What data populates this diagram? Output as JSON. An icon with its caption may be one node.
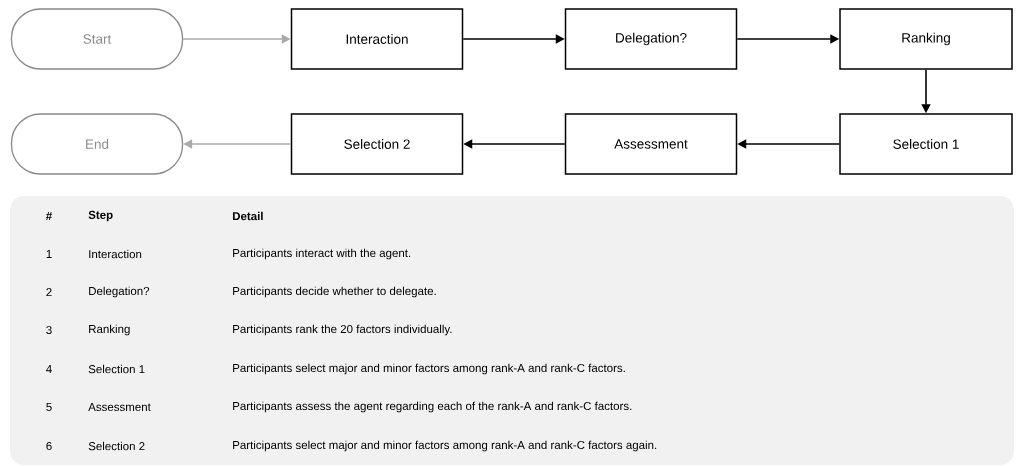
{
  "diagram": {
    "nodes": [
      {
        "text": [
          "Start"
        ]
      },
      {
        "text": [
          "Interaction"
        ]
      },
      {
        "text": [
          "Delegation?"
        ]
      },
      {
        "text": [
          "Ranking"
        ]
      },
      {
        "text": [
          "End"
        ]
      },
      {
        "text": [
          "Selection 2"
        ]
      },
      {
        "text": [
          "Assessment"
        ]
      },
      {
        "text": [
          "Selection 1"
        ]
      }
    ],
    "edges": [
      {
        "from": 0,
        "to": 1,
        "arrow": "to",
        "color": "#aaaaaa"
      },
      {
        "from": 1,
        "to": 2,
        "arrow": "to"
      },
      {
        "from": 2,
        "to": 3,
        "arrow": "to"
      },
      {
        "from": 3,
        "to": 7,
        "arrow": "to"
      },
      {
        "from": 7,
        "to": 6,
        "arrow": "to"
      },
      {
        "from": 6,
        "to": 5,
        "arrow": "to"
      },
      {
        "from": 5,
        "to": 4,
        "arrow": "to",
        "color": "#aaaaaa"
      }
    ],
    "labels": [
      "#",
      "Step",
      "Detail",
      "1",
      "Interaction",
      "Participants interact with the agent.",
      "2",
      "Delegation?",
      "Participants decide whether to delegate.",
      "3",
      "Ranking",
      "Participants rank the 20 factors individually.",
      "4",
      "Selection 1",
      "Participants select major and minor factors among rank-A and rank-C factors.",
      "5",
      "Assessment",
      "Participants assess the agent regarding each of the rank-A and rank-C factors.",
      "6",
      "Selection 2",
      "Participants select major and minor factors among rank-A and rank-C factors again."
    ]
  }
}
